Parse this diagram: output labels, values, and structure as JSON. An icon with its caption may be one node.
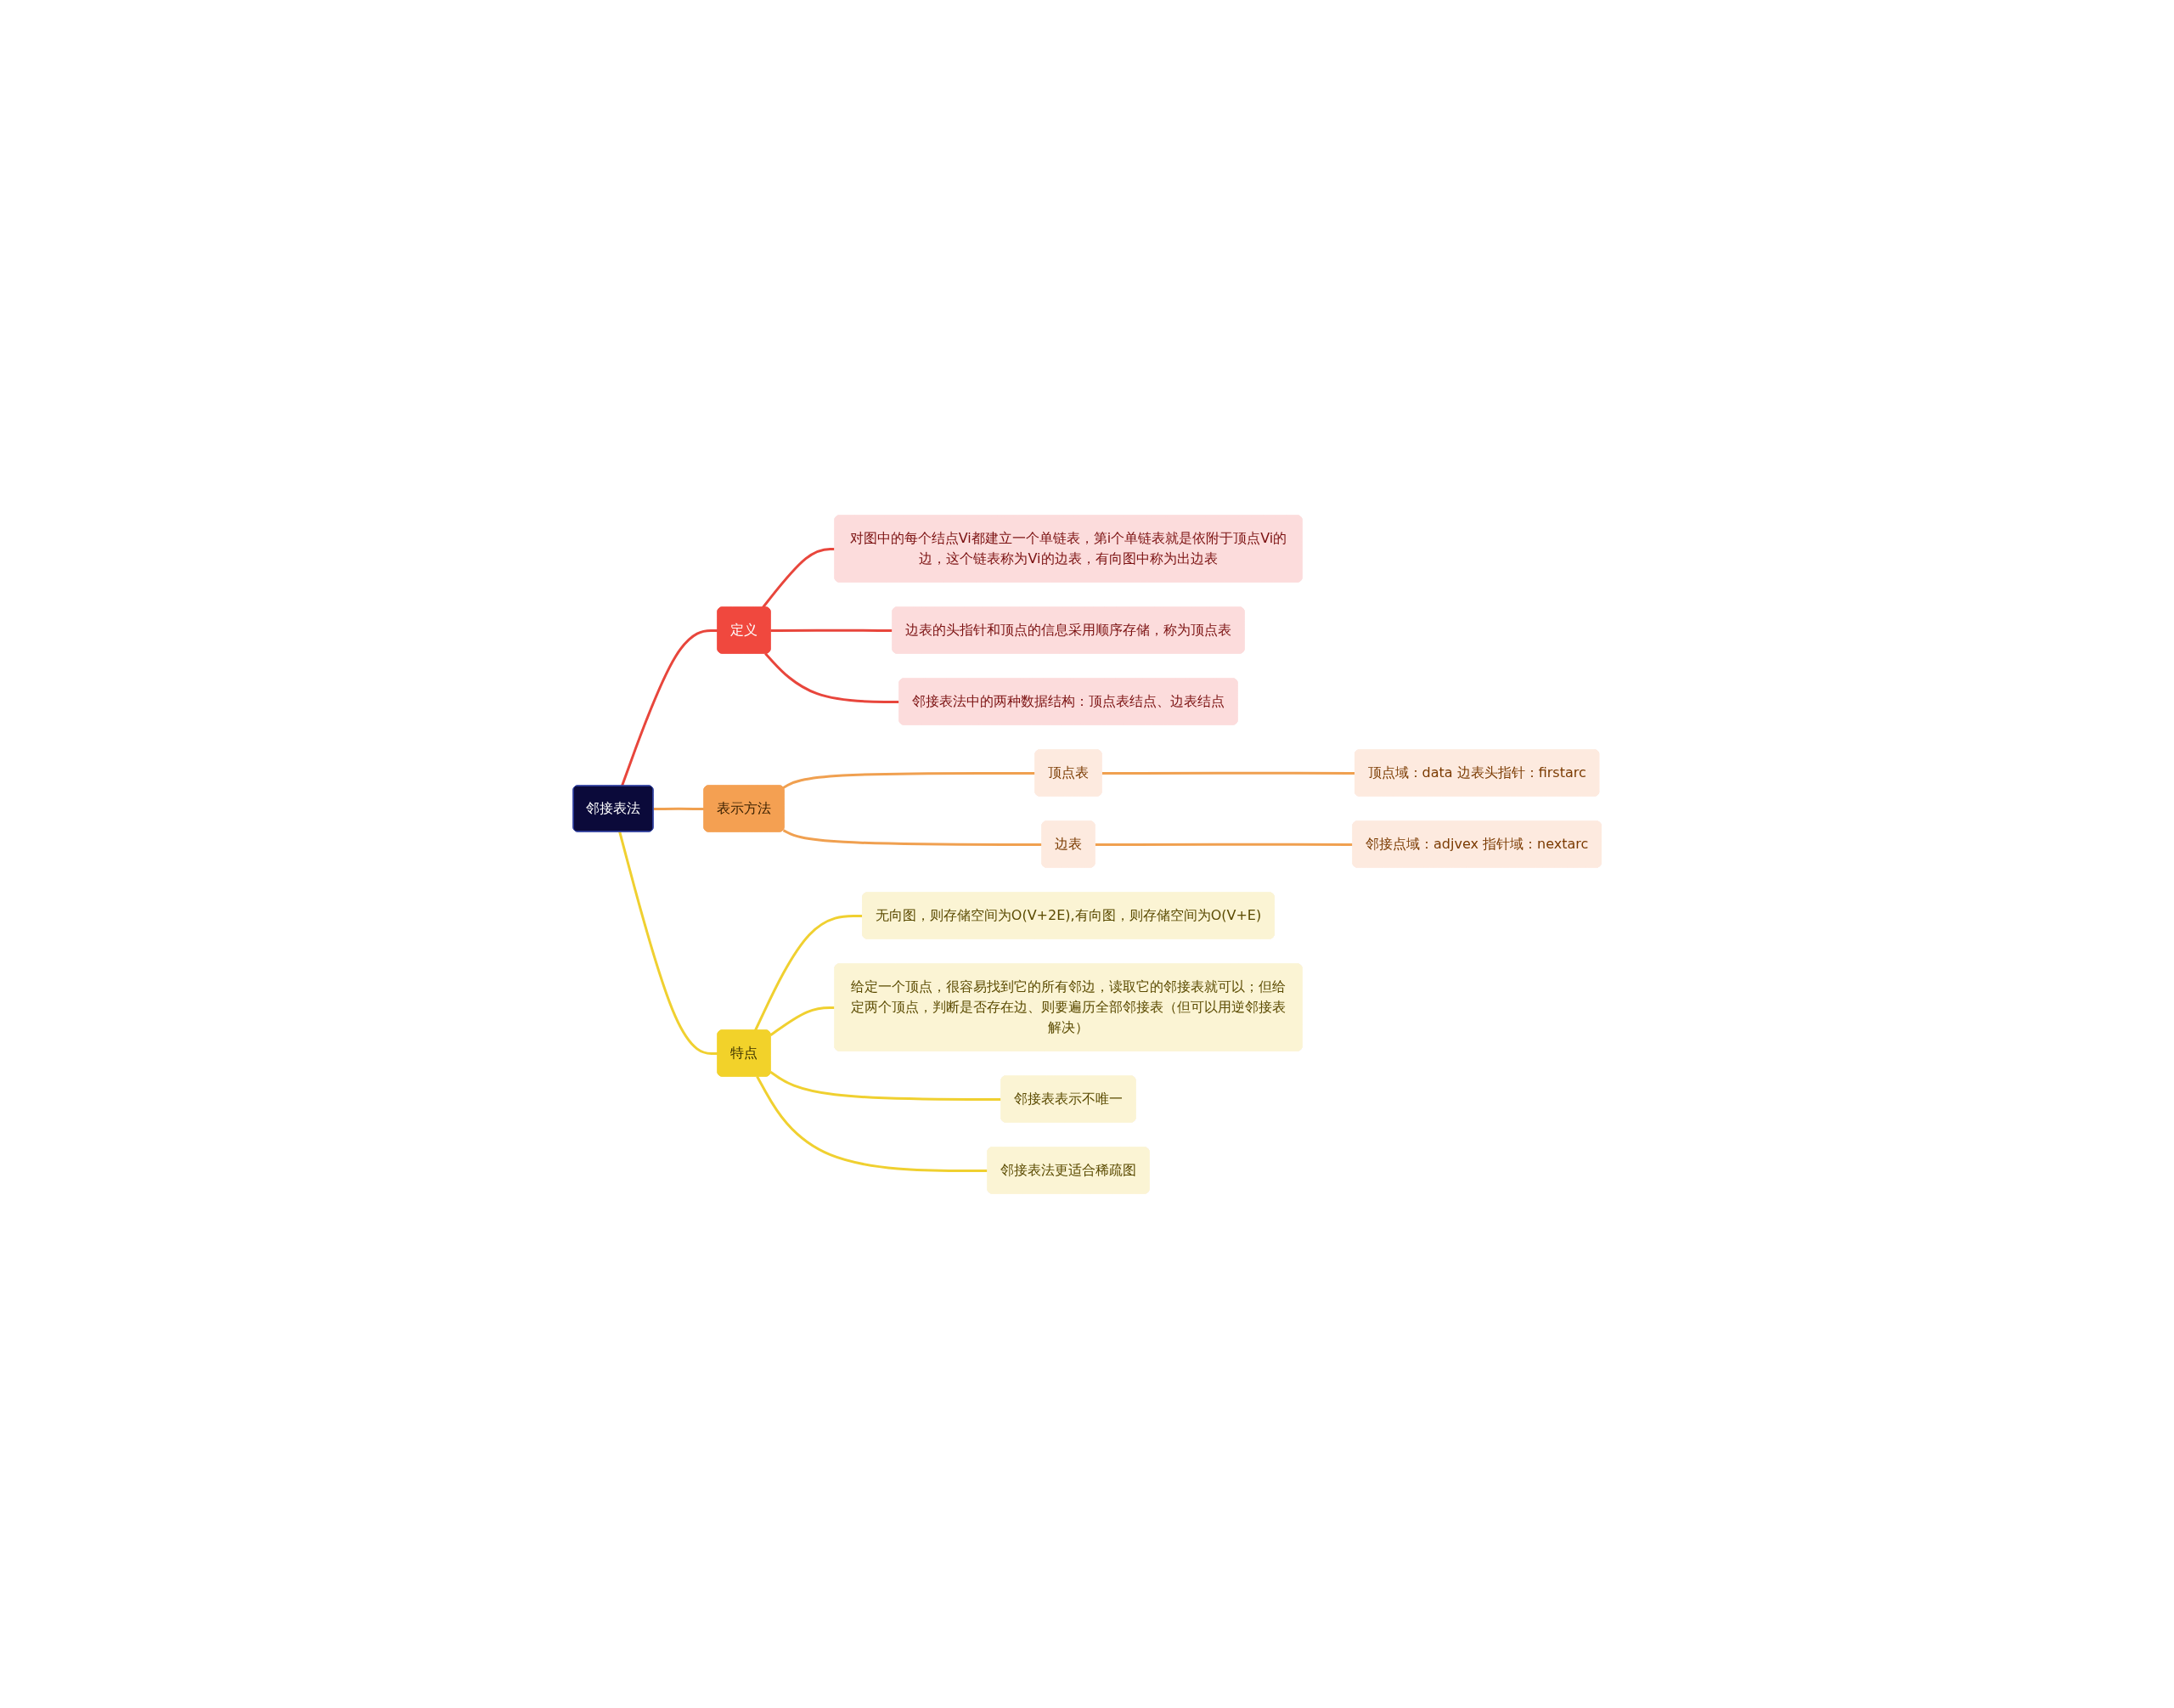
{
  "diagram": {
    "nodes": [
      {
        "text": [
          "邻接表法"
        ]
      },
      {
        "text": [
          "定义"
        ]
      },
      {
        "text": [
          "对图中的每个结点Vi都建立一个单链表，第i个单链表就是依附于顶点Vi的边，这个链表称为Vi的边表，有向图中称为出边表"
        ]
      },
      {
        "text": [
          "边表的头指针和顶点的信息采用顺序存储，称为顶点表"
        ]
      },
      {
        "text": [
          "邻接表法中的两种数据结构：顶点表结点、边表结点"
        ]
      },
      {
        "text": [
          "表示方法"
        ]
      },
      {
        "text": [
          "顶点表"
        ]
      },
      {
        "text": [
          "顶点域：data 边表头指针：firstarc"
        ]
      },
      {
        "text": [
          "边表"
        ]
      },
      {
        "text": [
          "邻接点域：adjvex 指针域：nextarc"
        ]
      },
      {
        "text": [
          "特点"
        ]
      },
      {
        "text": [
          "无向图，则存储空间为O(V+2E),有向图，则存储空间为O(V+E)"
        ]
      },
      {
        "text": [
          "给定一个顶点，很容易找到它的所有邻边，读取它的邻接表就可以；但给定两个顶点，判断是否存在边、则要遍历全部邻接表（但可以用逆邻接表解决）"
        ]
      },
      {
        "text": [
          "邻接表表示不唯一"
        ]
      },
      {
        "text": [
          "邻接表法更适合稀疏图"
        ]
      }
    ],
    "edges": [
      {
        "from": 0,
        "to": 1,
        "arrow": "none",
        "color": "#e8463c"
      },
      {
        "from": 1,
        "to": 2,
        "arrow": "none",
        "color": "#e8463c"
      },
      {
        "from": 1,
        "to": 3,
        "arrow": "none",
        "color": "#e8463c"
      },
      {
        "from": 1,
        "to": 4,
        "arrow": "none",
        "color": "#e8463c"
      },
      {
        "from": 0,
        "to": 5,
        "arrow": "none",
        "color": "#f0a050"
      },
      {
        "from": 5,
        "to": 6,
        "arrow": "none",
        "color": "#f0a050"
      },
      {
        "from": 6,
        "to": 7,
        "arrow": "none",
        "color": "#f0a050"
      },
      {
        "from": 5,
        "to": 8,
        "arrow": "none",
        "color": "#f0a050"
      },
      {
        "from": 8,
        "to": 9,
        "arrow": "none",
        "color": "#f0a050"
      },
      {
        "from": 0,
        "to": 10,
        "arrow": "none",
        "color": "#f0d030"
      },
      {
        "from": 10,
        "to": 11,
        "arrow": "none",
        "color": "#f0d030"
      },
      {
        "from": 10,
        "to": 12,
        "arrow": "none",
        "color": "#f0d030"
      },
      {
        "from": 10,
        "to": 13,
        "arrow": "none",
        "color": "#f0d030"
      },
      {
        "from": 10,
        "to": 14,
        "arrow": "none",
        "color": "#f0d030"
      }
    ]
  }
}
